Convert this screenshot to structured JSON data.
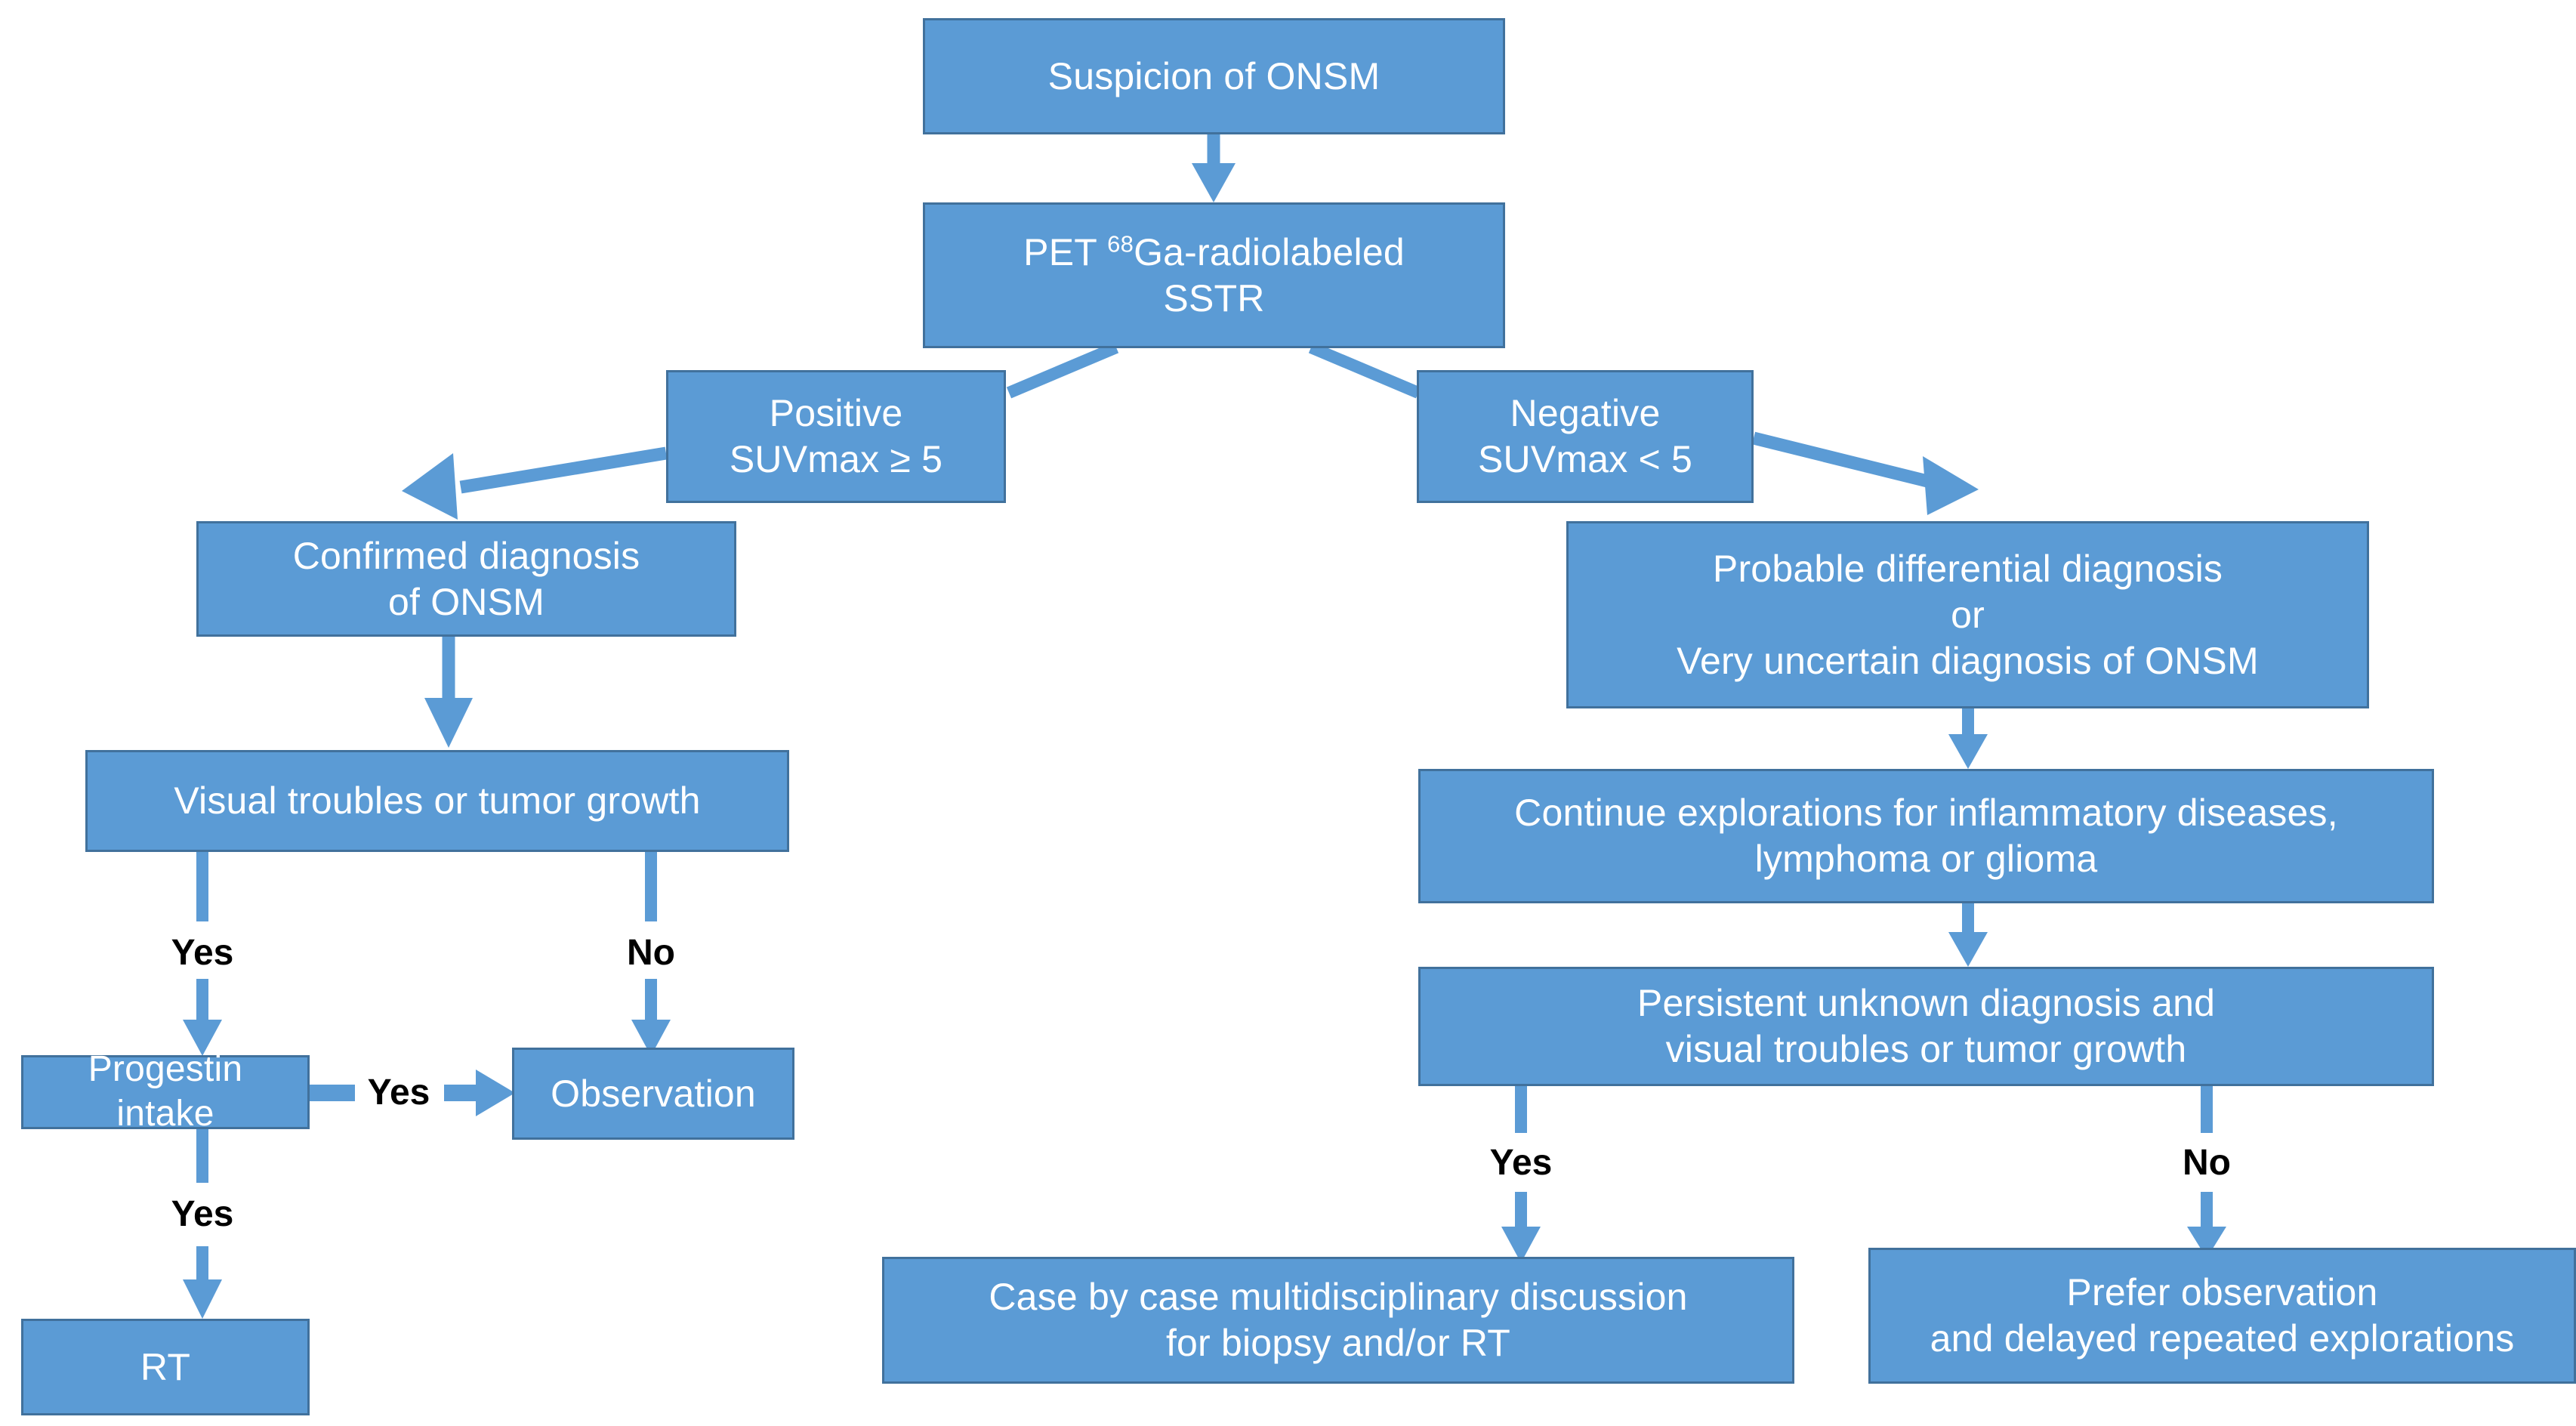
{
  "diagram": {
    "title": "ONSM diagnostic and therapeutic decision flowchart",
    "colors": {
      "node_fill": "#5B9BD5",
      "node_border": "#41719C",
      "node_text": "#FFFFFF",
      "connector": "#5B9BD5",
      "edge_label_text": "#000000",
      "background": "#FFFFFF"
    },
    "nodes": [
      {
        "id": "suspicion",
        "label": "Suspicion of ONSM"
      },
      {
        "id": "pet",
        "label_html": "PET <sup>68</sup>Ga-radiolabeled\nSSTR",
        "label": "PET 68Ga-radiolabeled SSTR"
      },
      {
        "id": "positive",
        "label": "Positive\nSUVmax ≥ 5"
      },
      {
        "id": "negative",
        "label": "Negative\nSUVmax < 5"
      },
      {
        "id": "confirmed",
        "label": "Confirmed diagnosis\nof ONSM"
      },
      {
        "id": "probable",
        "label": "Probable differential diagnosis\nor\nVery uncertain diagnosis of ONSM"
      },
      {
        "id": "visual_troubles",
        "label": "Visual troubles or tumor growth"
      },
      {
        "id": "continue_expl",
        "label": "Continue explorations for inflammatory diseases,\nlymphoma or glioma"
      },
      {
        "id": "progestin",
        "label": "Progestin\nintake"
      },
      {
        "id": "observation",
        "label": "Observation"
      },
      {
        "id": "persistent",
        "label": "Persistent unknown diagnosis and\nvisual troubles or tumor growth"
      },
      {
        "id": "rt",
        "label": "RT"
      },
      {
        "id": "case_by_case",
        "label": "Case by case multidisciplinary discussion\nfor biopsy and/or RT"
      },
      {
        "id": "prefer_obs",
        "label": "Prefer observation\nand delayed repeated explorations"
      }
    ],
    "edge_labels": [
      {
        "id": "visual-yes",
        "text": "Yes"
      },
      {
        "id": "visual-no",
        "text": "No"
      },
      {
        "id": "progestin-yes-right",
        "text": "Yes"
      },
      {
        "id": "progestin-yes-down",
        "text": "Yes"
      },
      {
        "id": "persistent-yes",
        "text": "Yes"
      },
      {
        "id": "persistent-no",
        "text": "No"
      }
    ]
  }
}
